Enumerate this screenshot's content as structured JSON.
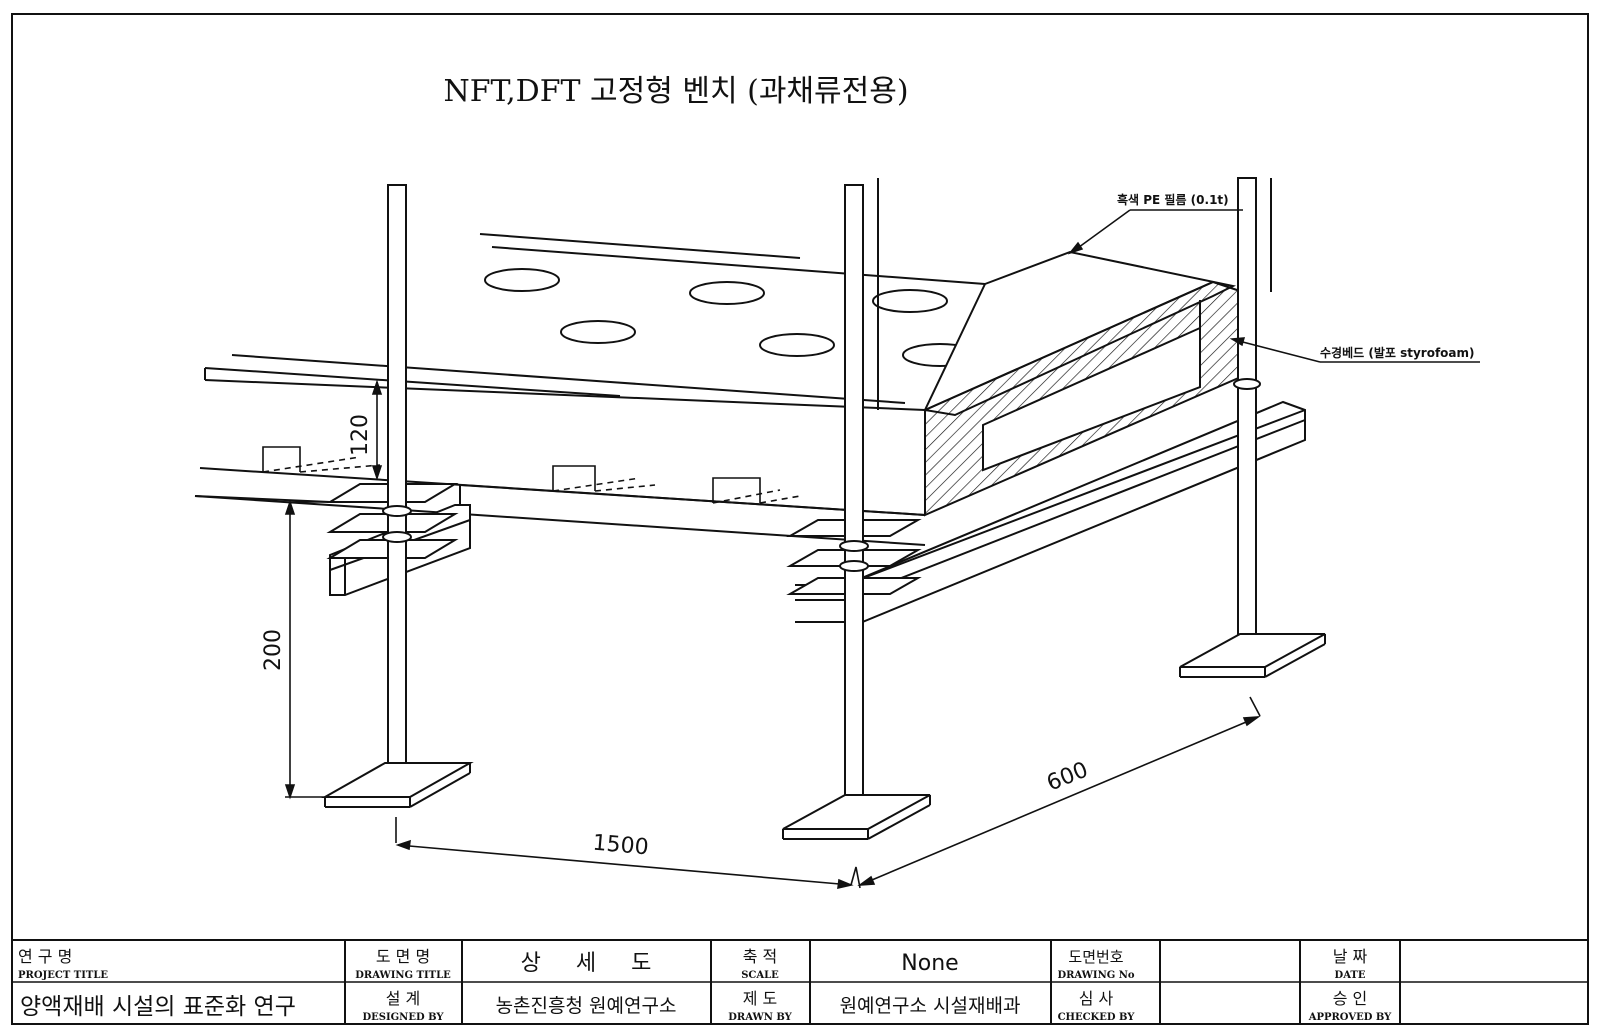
{
  "title": "NFT,DFT 고정형 벤치 (과채류전용)",
  "callouts": {
    "pe_film": "흑색 PE 필름 (0.1t)",
    "bed": "수경베드 (발포 styrofoam)"
  },
  "dimensions": {
    "height_bed": "120",
    "height_leg": "200",
    "length": "1500",
    "width": "600"
  },
  "title_block": {
    "project_title_ko": "연 구 명",
    "project_title_en": "PROJECT TITLE",
    "project_title_value": "양액재배 시설의 표준화 연구",
    "drawing_title_ko": "도 면 명",
    "drawing_title_en": "DRAWING TITLE",
    "drawing_title_value": "상     세     도",
    "scale_ko": "축 적",
    "scale_en": "SCALE",
    "scale_value": "None",
    "drawing_no_ko": "도면번호",
    "drawing_no_en": "DRAWING No",
    "drawing_no_value": "",
    "date_ko": "날 짜",
    "date_en": "DATE",
    "date_value": "",
    "designed_ko": "설 계",
    "designed_en": "DESIGNED BY",
    "designed_value": "농촌진흥청 원예연구소",
    "drawn_ko": "제 도",
    "drawn_en": "DRAWN BY",
    "drawn_value": "원예연구소 시설재배과",
    "checked_ko": "심 사",
    "checked_en": "CHECKED BY",
    "checked_value": "",
    "approved_ko": "승 인",
    "approved_en": "APPROVED BY",
    "approved_value": ""
  }
}
